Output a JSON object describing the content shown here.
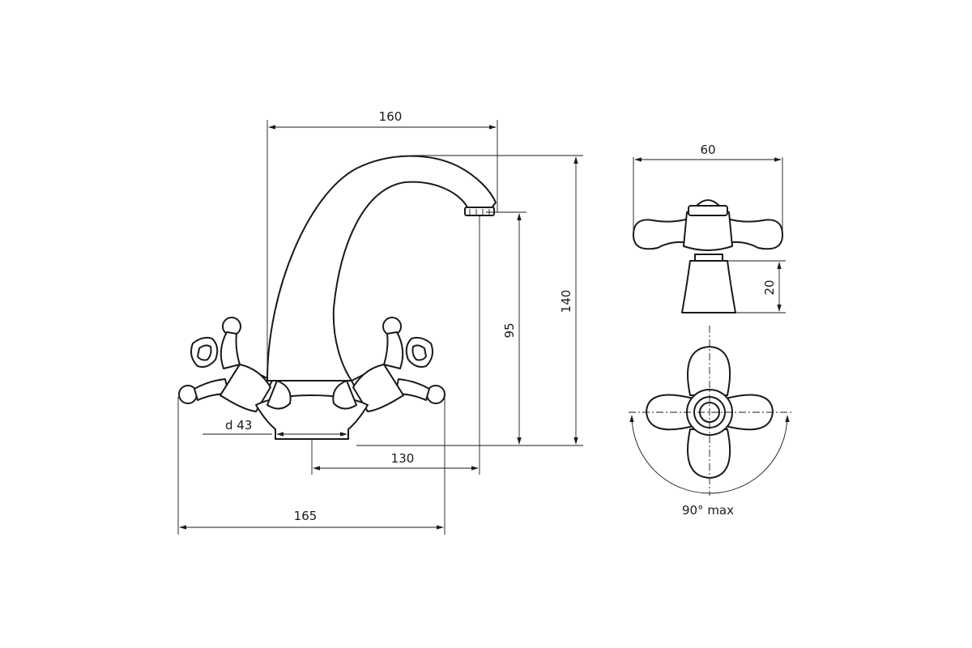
{
  "dimensions": {
    "spout_reach": "160",
    "total_height": "140",
    "spout_height": "95",
    "spout_offset": "130",
    "total_width": "165",
    "base_diameter": "d 43",
    "handle_width": "60",
    "handle_height": "20",
    "rotation": "90° max"
  }
}
